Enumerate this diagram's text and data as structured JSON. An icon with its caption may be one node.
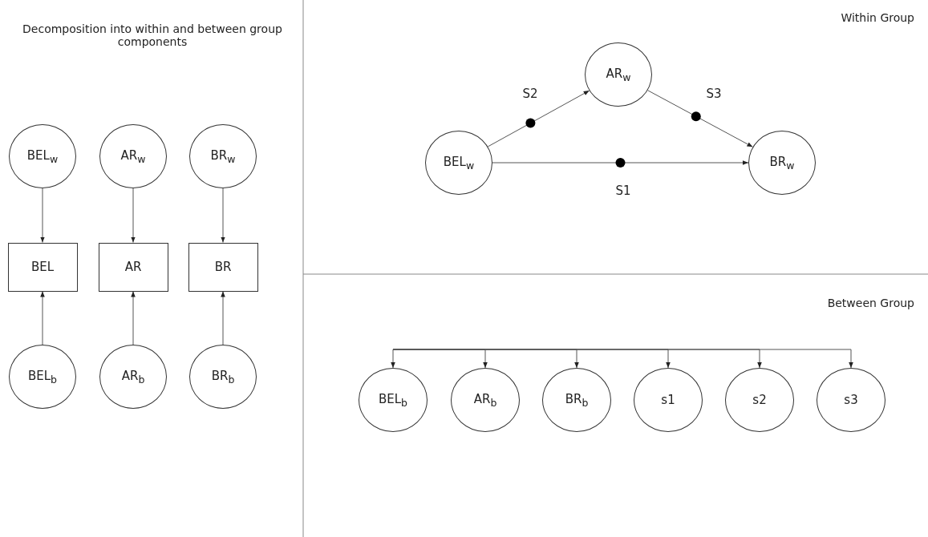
{
  "diagram": {
    "nodes": [
      {
        "text": [
          "BEL$_{w}$"
        ]
      },
      {
        "text": [
          "AR$_{w}$"
        ]
      },
      {
        "text": [
          "BR$_{w}$"
        ]
      },
      {
        "text": [
          "BEL"
        ]
      },
      {
        "text": [
          "AR"
        ]
      },
      {
        "text": [
          "BR"
        ]
      },
      {
        "text": [
          "BEL$_{b}$"
        ]
      },
      {
        "text": [
          "AR$_{b}$"
        ]
      },
      {
        "text": [
          "BR$_{b}$"
        ]
      },
      {
        "text": [
          "BEL$_{w}$"
        ]
      },
      {
        "text": [
          "AR$_{w}$"
        ]
      },
      {
        "text": [
          "BR$_{w}$"
        ]
      },
      {
        "text": [
          "BEL$_{b}$"
        ]
      },
      {
        "text": [
          "AR$_{b}$"
        ]
      },
      {
        "text": [
          "BR$_{b}$"
        ]
      },
      {
        "text": [
          "s1"
        ]
      },
      {
        "text": [
          "s2"
        ]
      },
      {
        "text": [
          "s3"
        ]
      }
    ],
    "edges": [
      {
        "from": 0,
        "to": 3,
        "arrow": "to"
      },
      {
        "from": 1,
        "to": 4,
        "arrow": "to"
      },
      {
        "from": 2,
        "to": 5,
        "arrow": "to"
      },
      {
        "from": 6,
        "to": 3,
        "arrow": "to"
      },
      {
        "from": 7,
        "to": 4,
        "arrow": "to"
      },
      {
        "from": 8,
        "to": 5,
        "arrow": "to"
      },
      {
        "from": 9,
        "to": 10,
        "arrow": "to",
        "label": "S2"
      },
      {
        "from": 10,
        "to": 11,
        "arrow": "to",
        "label": "S3"
      },
      {
        "from": 9,
        "to": 11,
        "arrow": "to",
        "label": "S1"
      },
      {
        "from": null,
        "to": 12,
        "arrow": "to"
      },
      {
        "from": null,
        "to": 13,
        "arrow": "to"
      },
      {
        "from": null,
        "to": 14,
        "arrow": "to"
      },
      {
        "from": null,
        "to": 15,
        "arrow": "to"
      },
      {
        "from": null,
        "to": 16,
        "arrow": "to"
      },
      {
        "from": null,
        "to": 17,
        "arrow": "to"
      }
    ],
    "labels": [
      "Decomposition into within and between group components",
      "Within Group",
      "Between Group"
    ]
  }
}
